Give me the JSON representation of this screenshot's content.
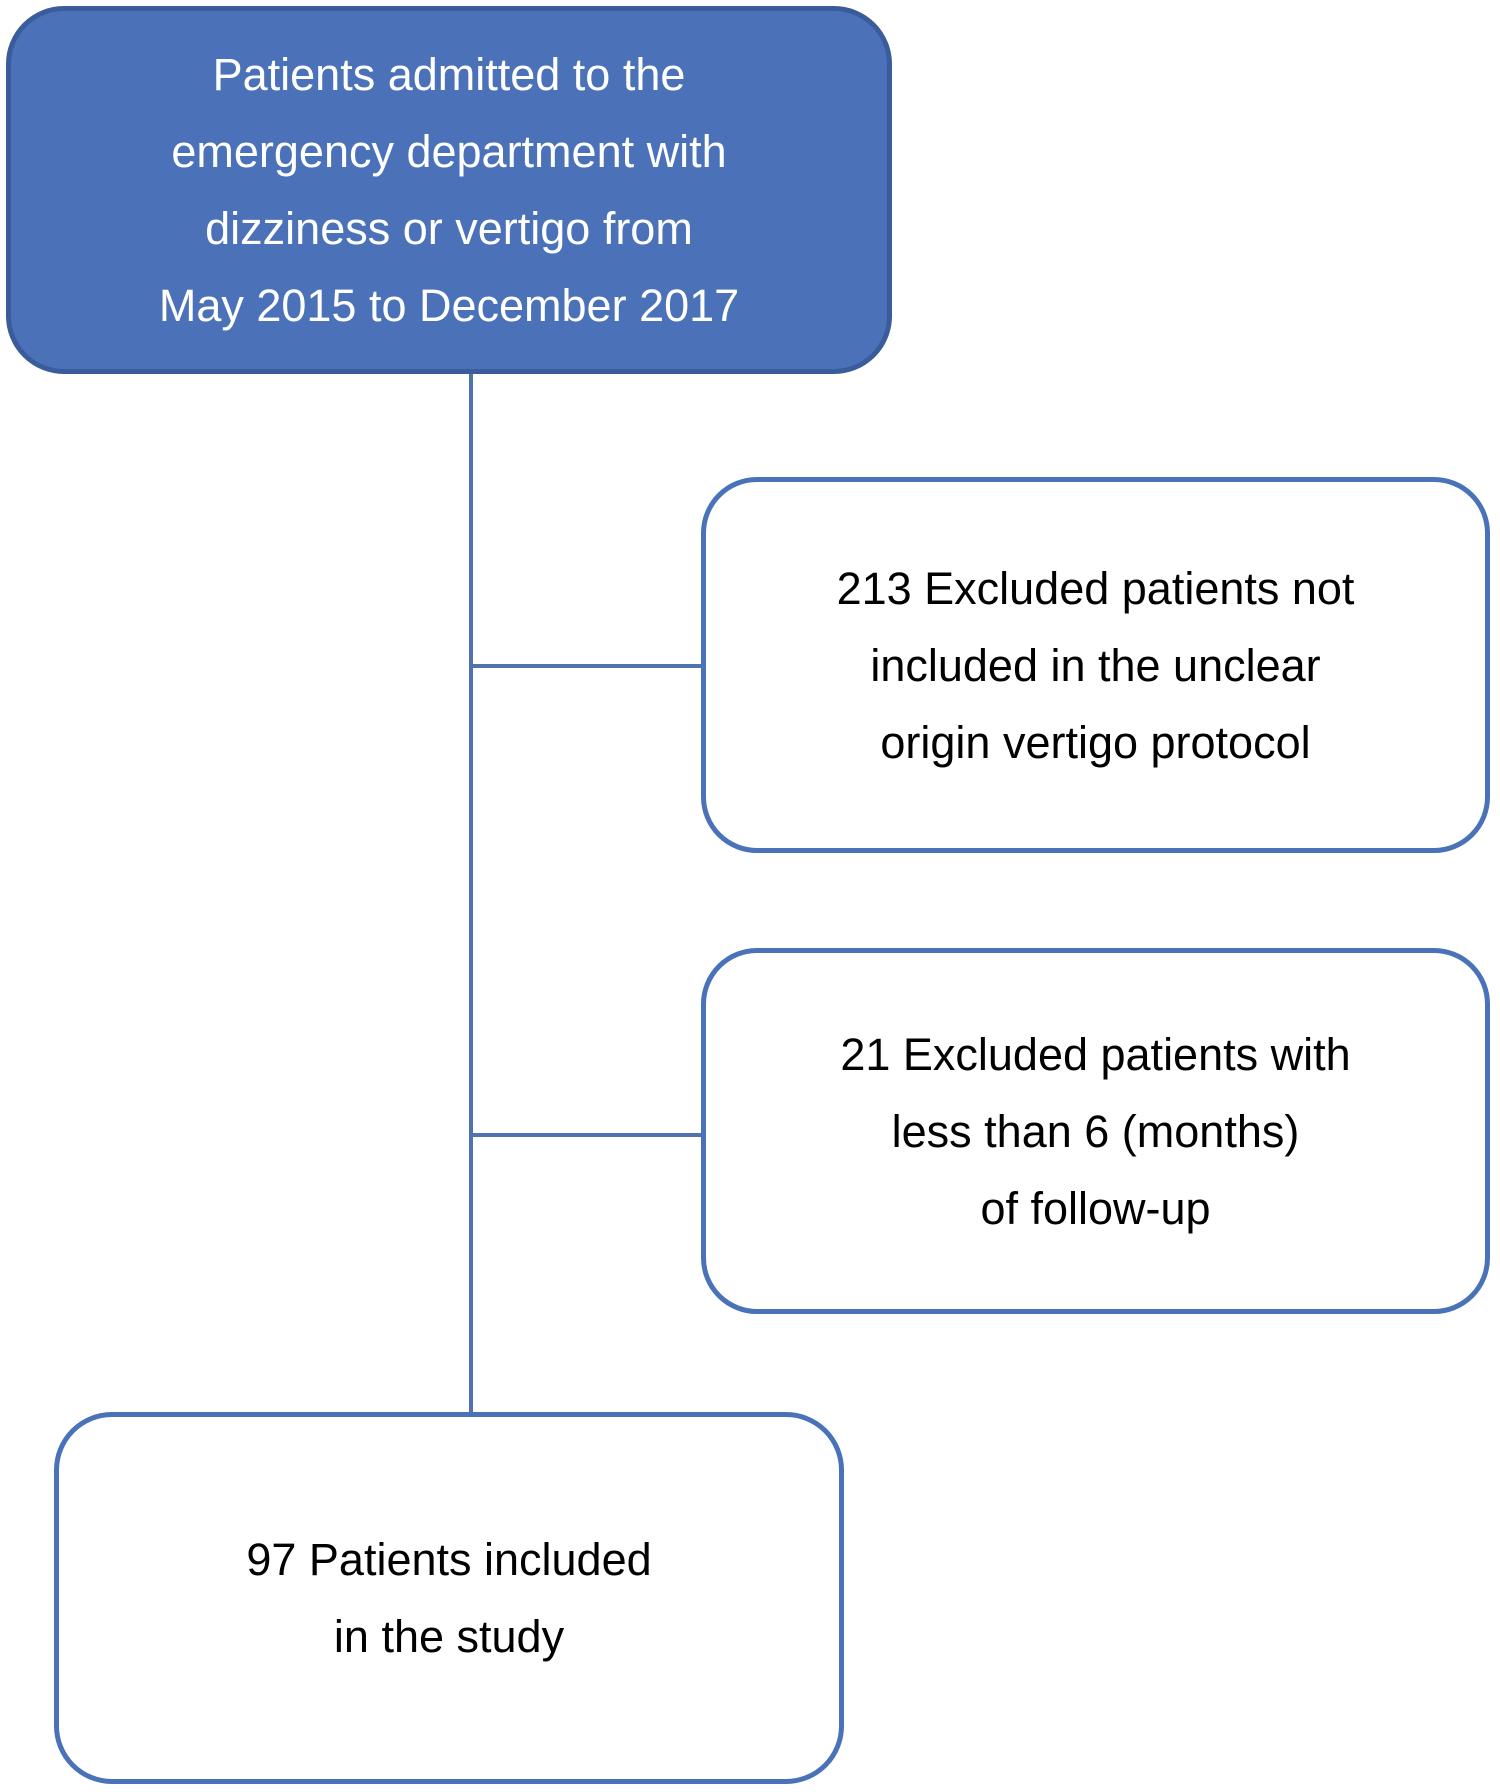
{
  "diagram": {
    "type": "flowchart",
    "colors": {
      "background": "#ffffff",
      "top_box_fill": "#4b72b8",
      "top_box_border": "#3a5c9b",
      "top_box_text": "#ffffff",
      "box_fill": "#ffffff",
      "box_border": "#4a72b8",
      "box_text": "#000000",
      "connector": "#4e73af"
    },
    "nodes": {
      "source": {
        "count": null,
        "lines": {
          "0": "Patients admitted to the",
          "1": "emergency department with",
          "2": "dizziness or vertigo from",
          "3": "May 2015 to December 2017"
        }
      },
      "excluded_protocol": {
        "count": "213",
        "lines": {
          "0": "213 Excluded patients not",
          "1": "included in the unclear",
          "2": "origin vertigo protocol"
        }
      },
      "excluded_followup": {
        "count": "21",
        "lines": {
          "0": "21 Excluded patients with",
          "1": "less than 6 (months)",
          "2": "of follow-up"
        }
      },
      "included": {
        "count": "97",
        "lines": {
          "0": "97 Patients included",
          "1": "in the study"
        }
      }
    }
  }
}
